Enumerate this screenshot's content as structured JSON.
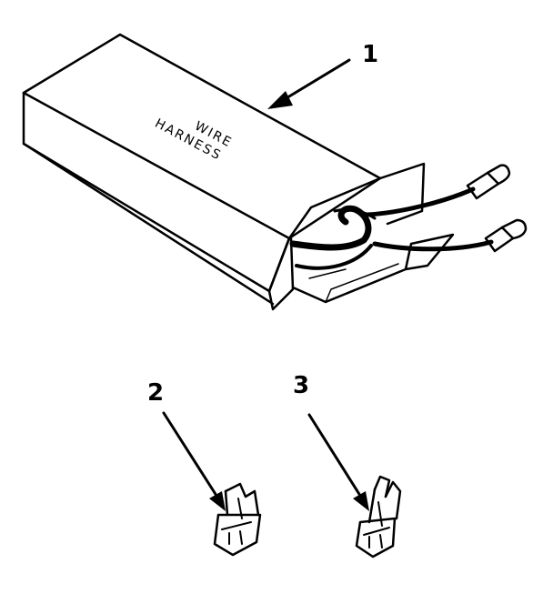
{
  "diagram": {
    "box_label": {
      "line1": "WIRE",
      "line2": "HARNESS"
    },
    "callouts": {
      "harness": "1",
      "terminal_a": "2",
      "terminal_b": "3"
    }
  }
}
